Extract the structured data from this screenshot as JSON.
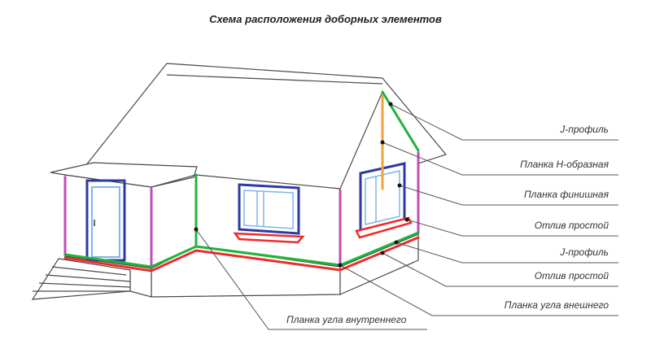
{
  "title": "Схема расположения доборных элементов",
  "labels": [
    {
      "text": "J-профиль"
    },
    {
      "text": "Планка Н-образная"
    },
    {
      "text": "Планка финишная"
    },
    {
      "text": "Отлив простой"
    },
    {
      "text": "J-профиль"
    },
    {
      "text": "Отлив простой"
    },
    {
      "text": "Планка угла внешнего"
    },
    {
      "text": "Планка угла внутреннего"
    }
  ],
  "colors": {
    "outline": "#4a4a4a",
    "j_profile": "#1fb43a",
    "h_strip": "#f2a23a",
    "finish_strip": "#2b3aa6",
    "drip": "#ef2a2a",
    "outer_corner": "#c44bb8",
    "window_glass": "#7fb6e8"
  }
}
